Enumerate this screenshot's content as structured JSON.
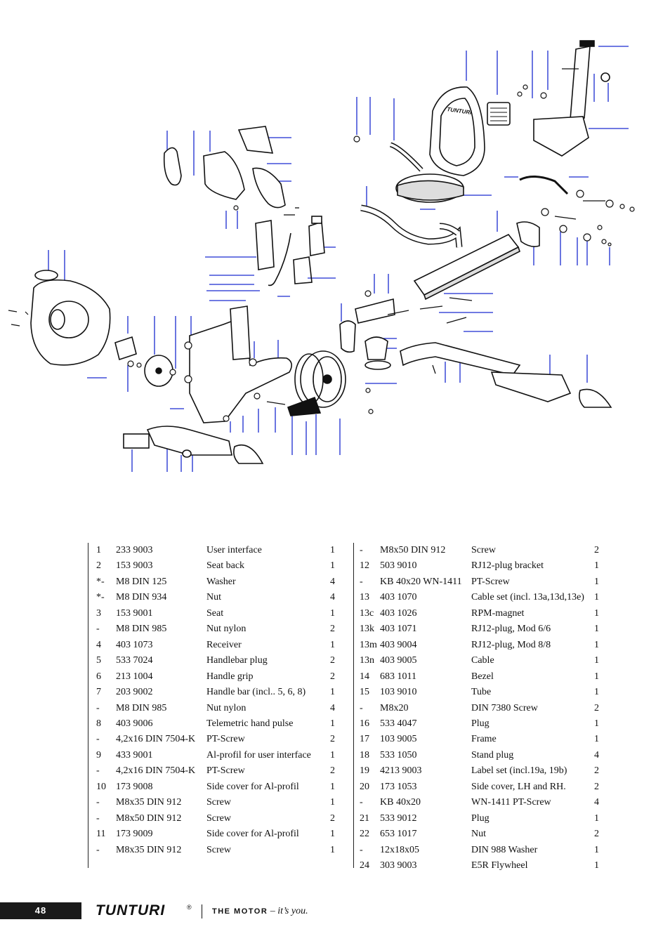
{
  "parts_left": [
    {
      "no": "1",
      "code": "233 9003",
      "desc": "User interface",
      "qty": "1"
    },
    {
      "no": "2",
      "code": " 153 9003",
      "desc": "Seat back",
      "qty": "1"
    },
    {
      "no": "*-",
      "code": "M8 DIN 125",
      "desc": "Washer",
      "qty": "4"
    },
    {
      "no": "*-",
      "code": " M8 DIN 934",
      "desc": " Nut",
      "qty": "4"
    },
    {
      "no": "3",
      "code": "153 9001",
      "desc": " Seat",
      "qty": "1"
    },
    {
      "no": "-",
      "code": "M8 DIN 985",
      "desc": "Nut nylon",
      "qty": "2"
    },
    {
      "no": "4",
      "code": "403 1073",
      "desc": "Receiver",
      "qty": "1"
    },
    {
      "no": "5",
      "code": "533 7024",
      "desc": "Handlebar plug",
      "qty": "2"
    },
    {
      "no": "6",
      "code": "213 1004",
      "desc": "Handle grip",
      "qty": "2"
    },
    {
      "no": "7",
      "code": "203 9002",
      "desc": "Handle bar (incl.. 5, 6, 8)",
      "qty": "1"
    },
    {
      "no": "-",
      "code": "M8 DIN 985",
      "desc": "Nut nylon",
      "qty": "4"
    },
    {
      "no": "8",
      "code": "403 9006",
      "desc": "Telemetric hand pulse",
      "qty": "1"
    },
    {
      "no": "-",
      "code": "4,2x16 DIN 7504-K",
      "desc": "PT-Screw",
      "qty": "2"
    },
    {
      "no": "9",
      "code": "433 9001",
      "desc": "Al-profil for user interface",
      "qty": "1"
    },
    {
      "no": "-",
      "code": "4,2x16 DIN 7504-K",
      "desc": "PT-Screw",
      "qty": "2"
    },
    {
      "no": "10",
      "code": " 173 9008",
      "desc": "Side cover for Al-profil",
      "qty": "1"
    },
    {
      "no": "-",
      "code": "M8x35 DIN 912",
      "desc": "Screw",
      "qty": "1"
    },
    {
      "no": "-",
      "code": "M8x50 DIN 912",
      "desc": "Screw",
      "qty": "2"
    },
    {
      "no": "11",
      "code": " 173 9009",
      "desc": "Side cover for Al-profil",
      "qty": "1"
    },
    {
      "no": "-",
      "code": "M8x35 DIN 912",
      "desc": "Screw",
      "qty": "1"
    }
  ],
  "parts_right": [
    {
      "no": "-",
      "code": "M8x50 DIN 912",
      "desc": "Screw",
      "qty": "2"
    },
    {
      "no": "12",
      "code": "503 9010",
      "desc": "RJ12-plug bracket",
      "qty": "1"
    },
    {
      "no": "-",
      "code": "KB 40x20 WN-1411",
      "desc": "PT-Screw",
      "qty": "1"
    },
    {
      "no": "13",
      "code": "403 1070",
      "desc": "Cable set (incl. 13a,13d,13e)",
      "qty": "1"
    },
    {
      "no": "13c",
      "code": "403 1026",
      "desc": "RPM-magnet",
      "qty": "1"
    },
    {
      "no": "13k",
      "code": " 403 1071",
      "desc": "RJ12-plug, Mod 6/6",
      "qty": "1"
    },
    {
      "no": "13m",
      "code": "403 9004",
      "desc": "RJ12-plug, Mod 8/8",
      "qty": "1"
    },
    {
      "no": "13n",
      "code": "403 9005",
      "desc": "Cable",
      "qty": "1"
    },
    {
      "no": "14",
      "code": "683 1011",
      "desc": "Bezel",
      "qty": "1"
    },
    {
      "no": "15",
      "code": "103 9010",
      "desc": "Tube",
      "qty": "1"
    },
    {
      "no": "-",
      "code": "M8x20",
      "desc": " DIN 7380 Screw",
      "qty": "2"
    },
    {
      "no": "16",
      "code": "533 4047",
      "desc": "Plug",
      "qty": "1"
    },
    {
      "no": "17",
      "code": "103 9005",
      "desc": "Frame",
      "qty": "1"
    },
    {
      "no": "18",
      "code": "533 1050",
      "desc": "Stand plug",
      "qty": "4"
    },
    {
      "no": "19",
      "code": " 4213 9003",
      "desc": "Label set (incl.19a, 19b)",
      "qty": "2"
    },
    {
      "no": "20",
      "code": "173 1053",
      "desc": "Side cover, LH and RH.",
      "qty": "2"
    },
    {
      "no": "-",
      "code": " KB 40x20",
      "desc": "WN-1411 PT-Screw",
      "qty": "4"
    },
    {
      "no": "21",
      "code": " 533 9012",
      "desc": "Plug",
      "qty": "1"
    },
    {
      "no": "22",
      "code": "653 1017",
      "desc": "Nut",
      "qty": "2"
    },
    {
      "no": "-",
      "code": "12x18x05",
      "desc": "DIN 988 Washer",
      "qty": "1"
    },
    {
      "no": "24",
      "code": " 303 9003",
      "desc": "E5R Flywheel",
      "qty": "1"
    }
  ],
  "footer": {
    "page_number": "48",
    "brand": "TUNTURI",
    "registered": "®",
    "slogan_main": "THE MOTOR",
    "slogan_tag": " – it’s you."
  },
  "diagram": {
    "seat_back_logo": "TUNTURI"
  },
  "colors": {
    "leader_lines": "#1a2bd0",
    "ink": "#111111",
    "footer_box": "#1a1a1a"
  }
}
